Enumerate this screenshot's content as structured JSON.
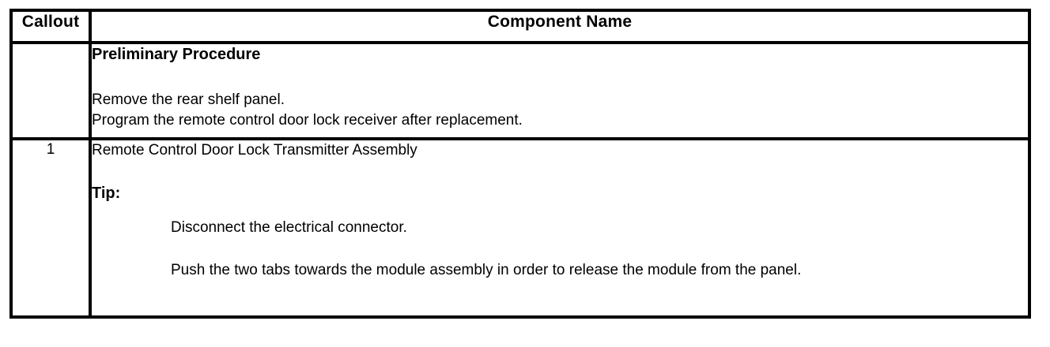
{
  "table": {
    "columns": [
      {
        "key": "callout",
        "header": "Callout"
      },
      {
        "key": "component_name",
        "header": "Component Name"
      }
    ],
    "rows": [
      {
        "type": "preliminary",
        "callout": "",
        "heading": "Preliminary Procedure",
        "lines": [
          "Remove the rear shelf panel.",
          "Program the remote control door lock receiver after replacement."
        ]
      },
      {
        "type": "item",
        "callout": "1",
        "title": "Remote Control Door Lock Transmitter Assembly",
        "tip_label": "Tip:",
        "tip_lines": [
          "Disconnect the electrical connector.",
          "Push the two tabs towards the module assembly in order to release the module from the panel."
        ]
      }
    ]
  },
  "colors": {
    "background": "#ffffff",
    "text": "#000000",
    "border": "#000000"
  }
}
